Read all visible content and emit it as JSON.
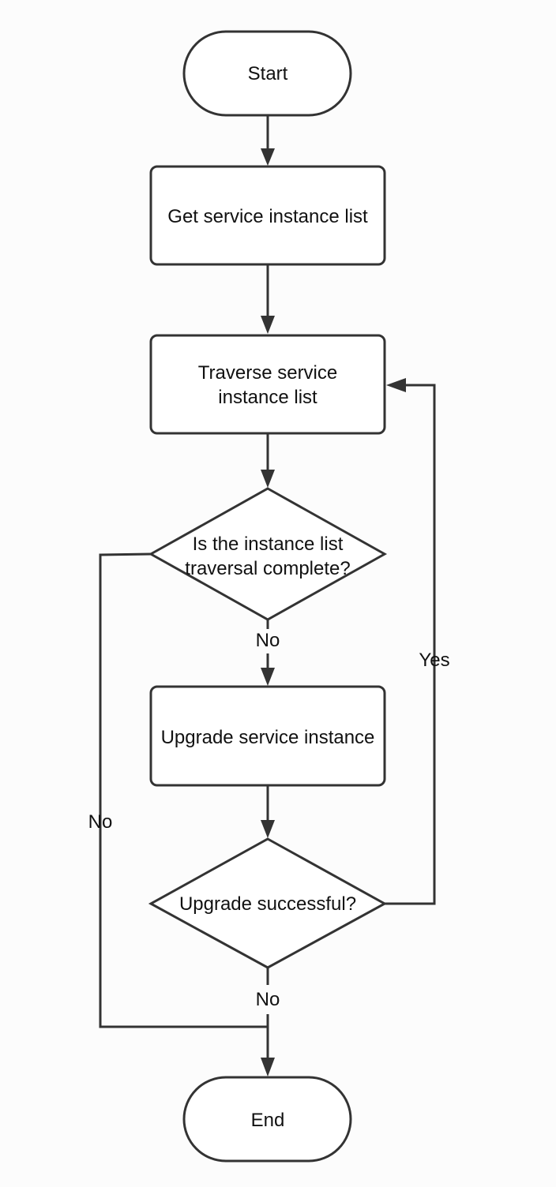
{
  "nodes": {
    "start": "Start",
    "get_list": "Get service instance list",
    "traverse_line1": "Traverse service",
    "traverse_line2": "instance list",
    "decision_complete_line1": "Is the instance list",
    "decision_complete_line2": "traversal complete?",
    "upgrade": "Upgrade service instance",
    "decision_success": "Upgrade successful?",
    "end": "End"
  },
  "edges": {
    "complete_to_upgrade": "No",
    "complete_to_end": "No",
    "success_to_traverse": "Yes",
    "success_to_end": "No"
  }
}
